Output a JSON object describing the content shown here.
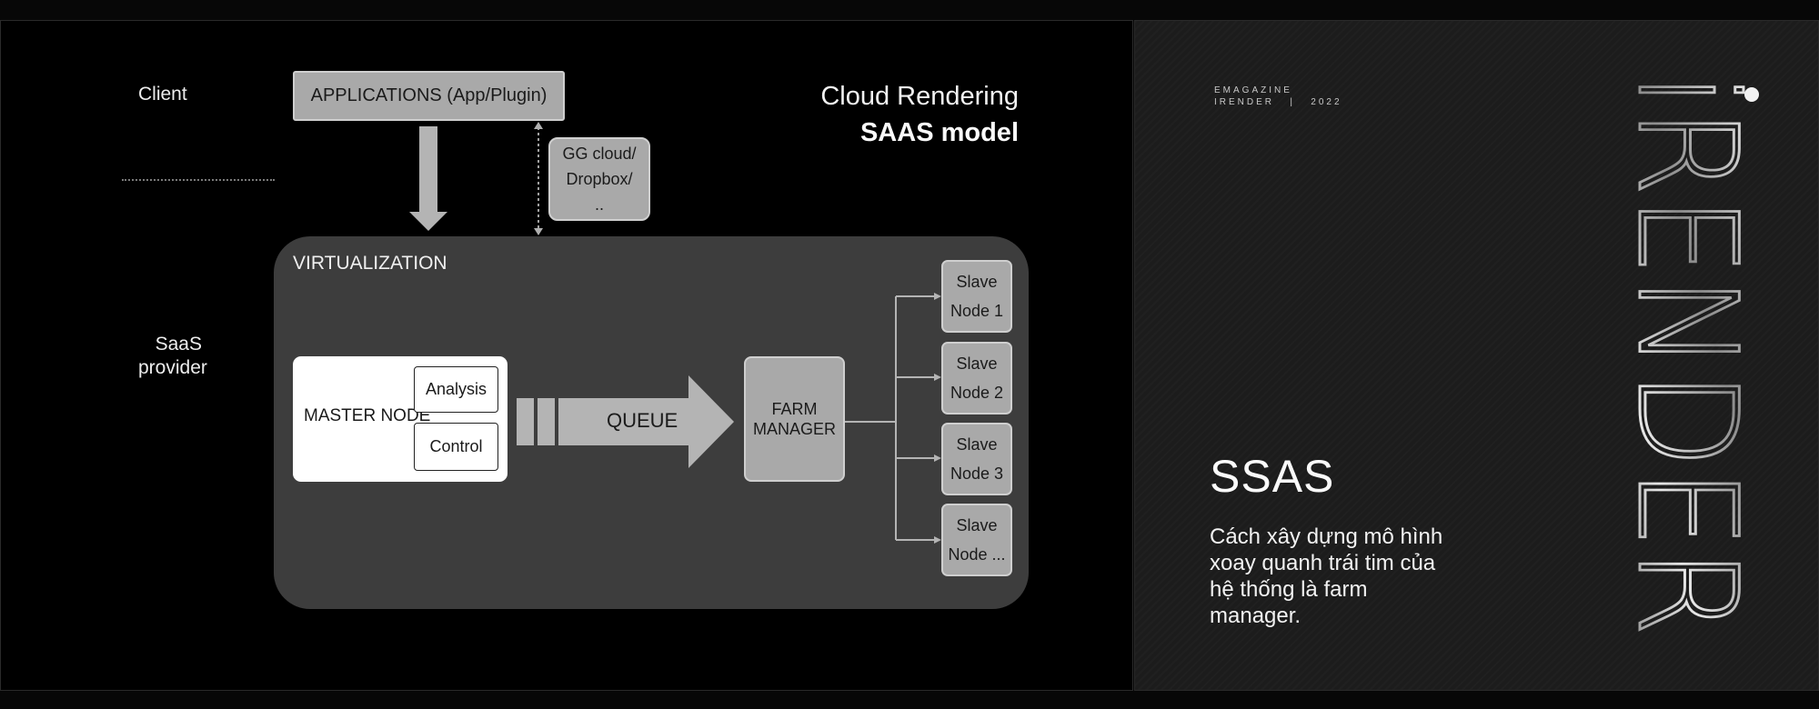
{
  "diagram": {
    "labels": {
      "client": "Client",
      "saas_provider_line1": "SaaS",
      "saas_provider_line2": "provider"
    },
    "applications": "APPLICATIONS (App/Plugin)",
    "cloud_storage": [
      "GG cloud/",
      "Dropbox/",
      ".."
    ],
    "title_line1": "Cloud Rendering",
    "title_line2": "SAAS model",
    "virtualization": "VIRTUALIZATION",
    "master_node": "MASTER NODE",
    "analysis": "Analysis",
    "control": "Control",
    "queue": "QUEUE",
    "farm_manager": [
      "FARM",
      "MANAGER"
    ],
    "slave_nodes": [
      {
        "line1": "Slave",
        "line2": "Node 1"
      },
      {
        "line1": "Slave",
        "line2": "Node 2"
      },
      {
        "line1": "Slave",
        "line2": "Node 3"
      },
      {
        "line1": "Slave",
        "line2": "Node ..."
      }
    ]
  },
  "sidebar": {
    "emagazine_line1": "EMAGAZINE",
    "emagazine_line2": "IRENDER   |   2022",
    "heading": "SSAS",
    "description": "Cách xây dựng mô hình xoay quanh trái tim của hệ thống là farm manager.",
    "logo_text": "iRENDER"
  },
  "colors": {
    "box_gray": "#a9a9a9",
    "virtualization_bg": "#3d3d3d",
    "panel_bg": "#1c1c1c"
  }
}
